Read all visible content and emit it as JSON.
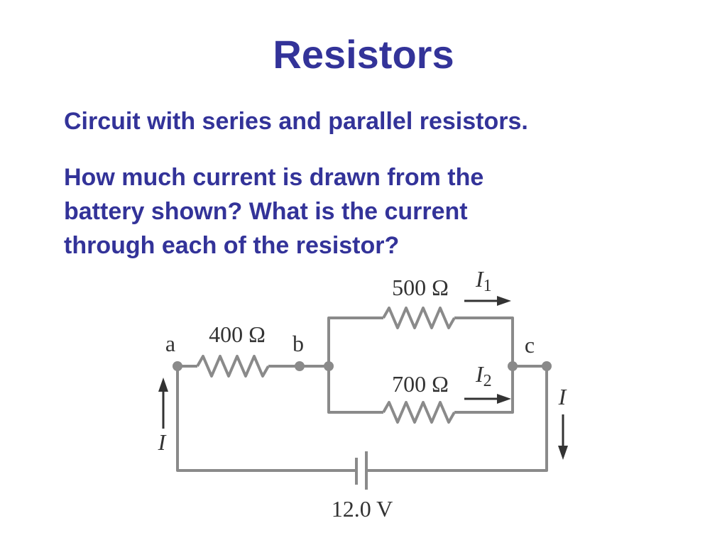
{
  "slide": {
    "title": "Resistors",
    "subtitle": "Circuit with series and parallel resistors.",
    "question_lines": [
      "How much current is drawn from the",
      "battery shown? What is the current",
      "through each of the resistor?"
    ]
  },
  "circuit": {
    "node_labels": {
      "a": "a",
      "b": "b",
      "c": "c"
    },
    "resistors": {
      "r400": {
        "label": "400 Ω"
      },
      "r500": {
        "label": "500 Ω"
      },
      "r700": {
        "label": "700 Ω"
      }
    },
    "currents": {
      "i_main_left": "I",
      "i_main_right": "I",
      "i1": {
        "symbol": "I",
        "subscript": "1"
      },
      "i2": {
        "symbol": "I",
        "subscript": "2"
      }
    },
    "battery": {
      "label": "12.0 V"
    },
    "colors": {
      "wire": "#8a8a8a",
      "arrow": "#333333",
      "heading": "#333399"
    }
  }
}
